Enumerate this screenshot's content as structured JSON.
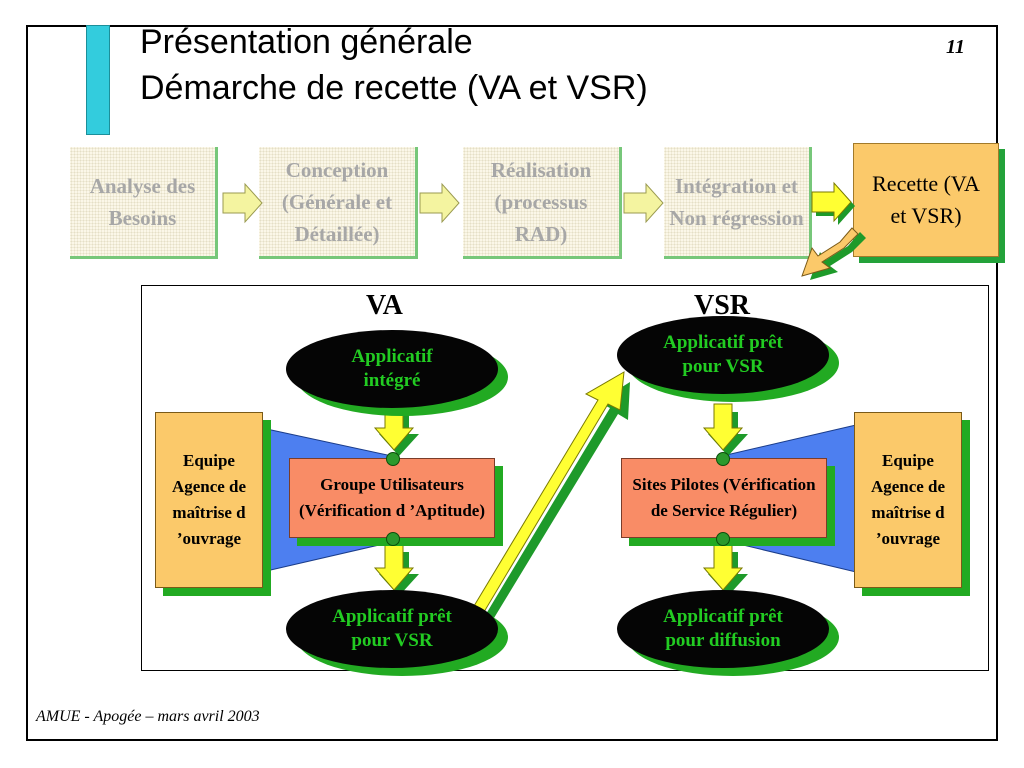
{
  "header": {
    "title_line1": "Présentation générale",
    "title_line2": "Démarche de recette (VA et VSR)",
    "page_number": "11"
  },
  "process_steps": [
    {
      "label": "Analyse des Besoins",
      "state": "faded"
    },
    {
      "label": "Conception (Générale et Détaillée)",
      "state": "faded"
    },
    {
      "label": "Réalisation (processus RAD)",
      "state": "faded"
    },
    {
      "label": "Intégration et Non régression",
      "state": "faded"
    },
    {
      "label": "Recette (VA et VSR)",
      "state": "active"
    }
  ],
  "va": {
    "label": "VA",
    "top_ellipse": "Applicatif intégré",
    "group_box": "Groupe Utilisateurs (Vérification d ’Aptitude)",
    "bottom_ellipse": "Applicatif prêt pour VSR",
    "team": "Equipe Agence de maîtrise d ’ouvrage"
  },
  "vsr": {
    "label": "VSR",
    "top_ellipse": "Applicatif prêt pour VSR",
    "group_box": "Sites Pilotes (Vérification de Service Régulier)",
    "bottom_ellipse": "Applicatif prêt pour diffusion",
    "team": "Equipe Agence de maîtrise d ’ouvrage"
  },
  "footer": {
    "text": "AMUE - Apogée – mars avril 2003"
  },
  "colors": {
    "accent_bar": "#33ccdd",
    "active_step": "#fbc96a",
    "ellipse_text": "#22cc22",
    "group_box": "#f98c66",
    "team_box": "#fbc96a",
    "funnel": "#4d7ff0",
    "arrow": "#ffff33"
  }
}
